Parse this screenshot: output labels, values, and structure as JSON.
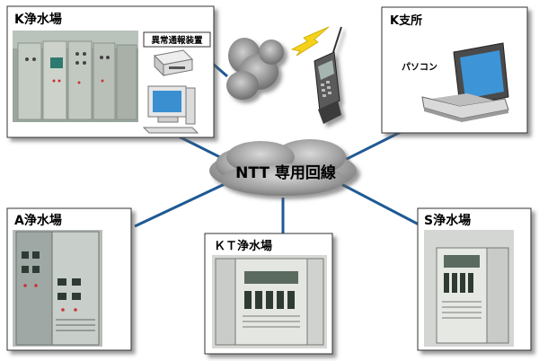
{
  "network": {
    "label": "NTT 専用回線"
  },
  "nodes": {
    "k_plant": {
      "label": "K浄水場",
      "alarm_device_label": "異常通報装置"
    },
    "k_branch": {
      "label": "K支所",
      "pc_label": "パソコン"
    },
    "a_plant": {
      "label": "A浄水場"
    },
    "kt_plant": {
      "label": "ＫＴ浄水場"
    },
    "s_plant": {
      "label": "S浄水場"
    }
  },
  "colors": {
    "link": "#1e5a93",
    "cloud": "#a9a9a9",
    "lightning": "#f4d21b"
  }
}
